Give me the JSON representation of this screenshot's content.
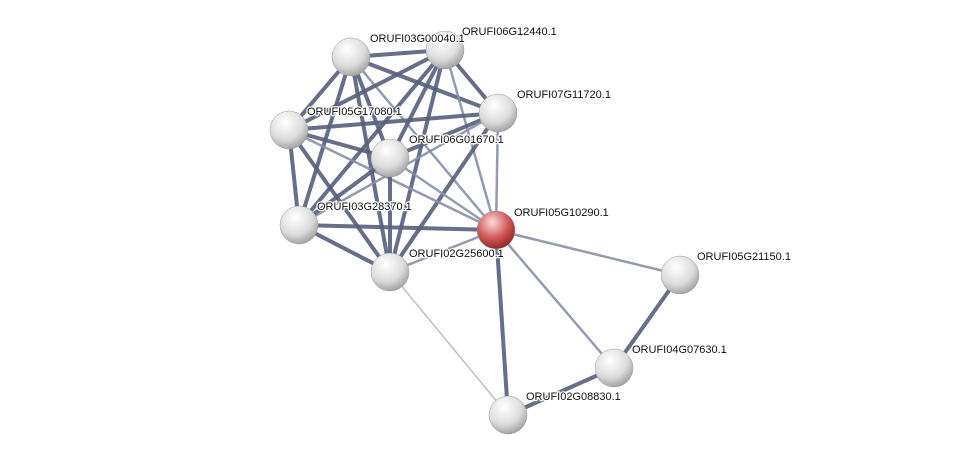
{
  "nodes": [
    {
      "id": "A",
      "label": "ORUFI03G00040.1",
      "color": "#d8d8d8"
    },
    {
      "id": "B",
      "label": "ORUFI06G12440.1",
      "color": "#d8d8d8"
    },
    {
      "id": "C",
      "label": "ORUFI07G11720.1",
      "color": "#d8d8d8"
    },
    {
      "id": "D",
      "label": "ORUFI05G17080.1",
      "color": "#d8d8d8"
    },
    {
      "id": "E",
      "label": "ORUFI06G01670.1",
      "color": "#d8d8d8"
    },
    {
      "id": "F",
      "label": "ORUFI03G28370.1",
      "color": "#d8d8d8"
    },
    {
      "id": "G",
      "label": "ORUFI02G25600.1",
      "color": "#d8d8d8"
    },
    {
      "id": "H",
      "label": "ORUFI05G10290.1",
      "color": "#d04a4a"
    },
    {
      "id": "I",
      "label": "ORUFI05G21150.1",
      "color": "#d8d8d8"
    },
    {
      "id": "J",
      "label": "ORUFI04G07630.1",
      "color": "#d8d8d8"
    },
    {
      "id": "K",
      "label": "ORUFI02G08830.1",
      "color": "#d8d8d8"
    }
  ],
  "edges": [
    [
      "A",
      "B",
      3
    ],
    [
      "A",
      "C",
      3
    ],
    [
      "A",
      "D",
      3
    ],
    [
      "A",
      "E",
      3
    ],
    [
      "A",
      "F",
      3
    ],
    [
      "A",
      "G",
      3
    ],
    [
      "A",
      "H",
      2
    ],
    [
      "B",
      "C",
      3
    ],
    [
      "B",
      "D",
      3
    ],
    [
      "B",
      "E",
      3
    ],
    [
      "B",
      "F",
      3
    ],
    [
      "B",
      "G",
      3
    ],
    [
      "B",
      "H",
      2
    ],
    [
      "C",
      "D",
      3
    ],
    [
      "C",
      "E",
      3
    ],
    [
      "C",
      "F",
      2
    ],
    [
      "C",
      "G",
      3
    ],
    [
      "C",
      "H",
      2
    ],
    [
      "D",
      "E",
      3
    ],
    [
      "D",
      "F",
      3
    ],
    [
      "D",
      "G",
      3
    ],
    [
      "D",
      "H",
      2
    ],
    [
      "E",
      "F",
      3
    ],
    [
      "E",
      "G",
      3
    ],
    [
      "E",
      "H",
      2
    ],
    [
      "F",
      "G",
      3
    ],
    [
      "F",
      "H",
      3
    ],
    [
      "G",
      "H",
      2
    ],
    [
      "G",
      "K",
      1
    ],
    [
      "H",
      "I",
      2
    ],
    [
      "H",
      "J",
      2
    ],
    [
      "H",
      "K",
      3
    ],
    [
      "I",
      "J",
      3
    ],
    [
      "J",
      "K",
      3
    ]
  ]
}
